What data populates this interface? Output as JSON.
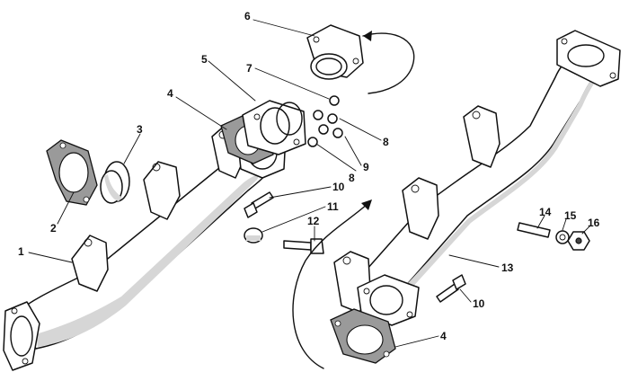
{
  "callouts": {
    "c1": "1",
    "c2": "2",
    "c3": "3",
    "c4a": "4",
    "c4b": "4",
    "c5": "5",
    "c6": "6",
    "c7": "7",
    "c8a": "8",
    "c8b": "8",
    "c9": "9",
    "c10a": "10",
    "c10b": "10",
    "c11": "11",
    "c12": "12",
    "c13": "13",
    "c14": "14",
    "c15": "15",
    "c16": "16"
  }
}
